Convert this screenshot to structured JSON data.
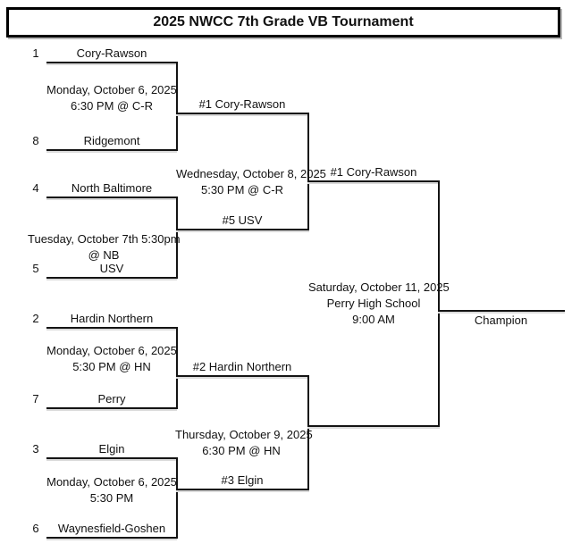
{
  "title": "2025 NWCC 7th Grade VB Tournament",
  "colors": {
    "line": "#141414",
    "background": "#ffffff",
    "text": "#111111"
  },
  "bracket": {
    "round1": [
      {
        "top_seed": "1",
        "top_team": "Cory-Rawson",
        "bottom_seed": "8",
        "bottom_team": "Ridgemont",
        "note_line1": "Monday, October 6, 2025",
        "note_line2": "6:30 PM @ C-R"
      },
      {
        "top_seed": "4",
        "top_team": "North Baltimore",
        "bottom_seed": "5",
        "bottom_team": "USV",
        "note_line1": "Tuesday, October 7th 5:30pm",
        "note_line2": "@ NB"
      },
      {
        "top_seed": "2",
        "top_team": "Hardin Northern",
        "bottom_seed": "7",
        "bottom_team": "Perry",
        "note_line1": "Monday, October 6, 2025",
        "note_line2": "5:30 PM @ HN"
      },
      {
        "top_seed": "3",
        "top_team": "Elgin",
        "bottom_seed": "6",
        "bottom_team": "Waynesfield-Goshen",
        "note_line1": "Monday, October 6, 2025",
        "note_line2": "5:30 PM"
      }
    ],
    "semifinals": [
      {
        "top_team": "#1 Cory-Rawson",
        "bottom_team": "#5 USV",
        "note_line1": "Wednesday, October 8, 2025",
        "note_line2": "5:30 PM @ C-R"
      },
      {
        "top_team": "#2 Hardin Northern",
        "bottom_team": "#3 Elgin",
        "note_line1": "Thursday, October 9, 2025",
        "note_line2": "6:30 PM @ HN"
      }
    ],
    "final": {
      "top_team": "#1 Cory-Rawson",
      "bottom_team": "",
      "note_line1": "Saturday, October 11, 2025",
      "note_line2": "Perry High School",
      "note_line3": "9:00 AM"
    },
    "champion_label": "Champion"
  }
}
